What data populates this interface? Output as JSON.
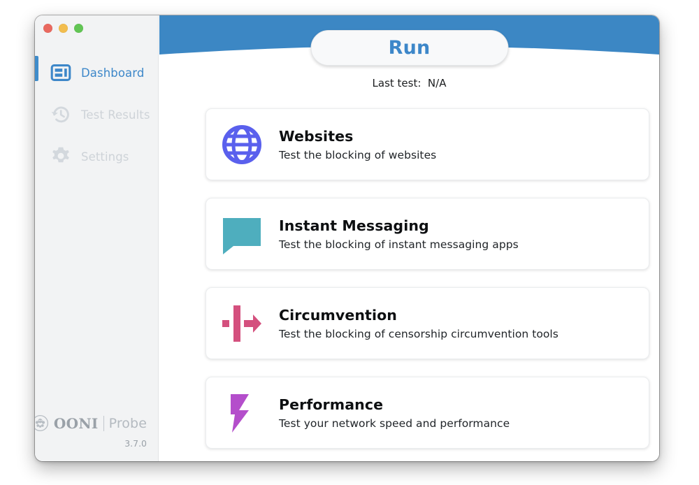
{
  "window": {
    "traffic_lights": [
      {
        "name": "close",
        "color": "#e9695f"
      },
      {
        "name": "minimize",
        "color": "#f2bd4e"
      },
      {
        "name": "maximize",
        "color": "#62c554"
      }
    ]
  },
  "sidebar": {
    "items": [
      {
        "label": "Dashboard",
        "icon": "dashboard-icon",
        "state": "active"
      },
      {
        "label": "Test Results",
        "icon": "history-clock-icon",
        "state": "inactive"
      },
      {
        "label": "Settings",
        "icon": "gear-icon",
        "state": "inactive"
      }
    ],
    "brand": {
      "mark": "ooni-octopus-logo",
      "name": "OONI",
      "product": "Probe",
      "version": "3.7.0"
    }
  },
  "header": {
    "background_color": "#3c87c4",
    "run_label": "Run",
    "last_test_label": "Last test:  N/A"
  },
  "cards": [
    {
      "title": "Websites",
      "description": "Test the blocking of websites",
      "icon": "globe-icon",
      "color": "#5a60ed"
    },
    {
      "title": "Instant Messaging",
      "description": "Test the blocking of instant messaging apps",
      "icon": "speech-bubble-icon",
      "color": "#4eaebe"
    },
    {
      "title": "Circumvention",
      "description": "Test the blocking of censorship circumvention tools",
      "icon": "circumvention-arrow-icon",
      "color": "#d4507e"
    },
    {
      "title": "Performance",
      "description": "Test your network speed and performance",
      "icon": "lightning-bolt-icon",
      "color": "#b44ecb"
    }
  ]
}
